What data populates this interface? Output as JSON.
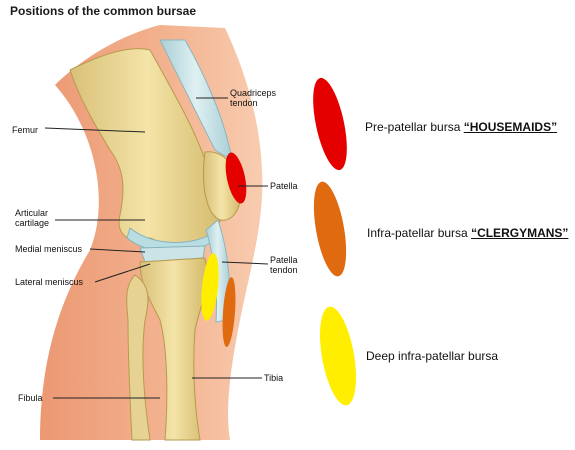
{
  "title": "Positions of the common bursae",
  "labels": {
    "femur": "Femur",
    "quadriceps_tendon": "Quadriceps\ntendon",
    "patella": "Patella",
    "articular_cartilage": "Articular\ncartilage",
    "medial_meniscus": "Medial meniscus",
    "lateral_meniscus": "Lateral meniscus",
    "patella_tendon": "Patella\ntendon",
    "tibia": "Tibia",
    "fibula": "Fibula"
  },
  "legend": [
    {
      "name": "Pre-patellar bursa",
      "nickname": "“HOUSEMAIDS”",
      "color": "#e50000",
      "icon": "red-ellipse"
    },
    {
      "name": "Infra-patellar bursa",
      "nickname": "“CLERGYMANS”",
      "color": "#e06a10",
      "icon": "orange-ellipse"
    },
    {
      "name": "Deep infra-patellar bursa",
      "nickname": "",
      "color": "#ffee00",
      "icon": "yellow-ellipse"
    }
  ]
}
